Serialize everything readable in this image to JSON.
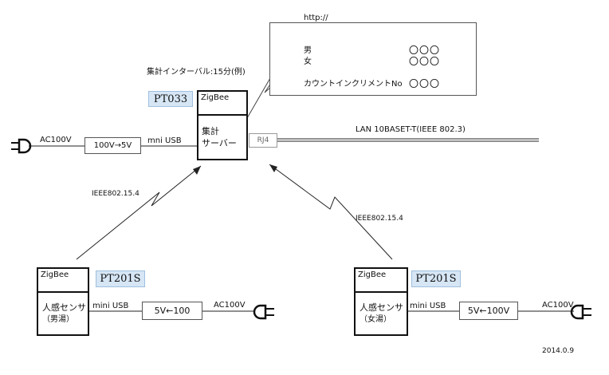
{
  "url_text": "http://",
  "callout": {
    "rows": [
      {
        "label": "男",
        "value": "〇〇〇"
      },
      {
        "label": "女",
        "value": "〇〇〇"
      },
      {
        "label": "カウントインクリメントNo",
        "value": "〇〇〇"
      }
    ]
  },
  "interval_label": "集計インターバル:15分(例)",
  "server": {
    "model": "PT033",
    "zigbee": "ZigBee",
    "name_line1": "集計",
    "name_line2": "サーバー",
    "rj45": "RJ4",
    "lan": "LAN  10BASET-T(IEEE 802.3)",
    "power": "AC100V",
    "adapter": "100V→5V",
    "usb": "mni  USB"
  },
  "links": {
    "left": "IEEE802.15.4",
    "right": "IEEE802.15.4"
  },
  "sensor_male": {
    "model": "PT201S",
    "zigbee": "ZigBee",
    "name_line1": "人感センサ",
    "name_line2": "（男湯）",
    "usb": "mini  USB",
    "adapter": "5V←100",
    "power": "AC100V"
  },
  "sensor_female": {
    "model": "PT201S",
    "zigbee": "ZigBee",
    "name_line1": "人感センサ",
    "name_line2": "（女湯）",
    "usb": "mini  USB",
    "adapter": "5V←100V",
    "power": "AC100V"
  },
  "date": "2014.0.9"
}
